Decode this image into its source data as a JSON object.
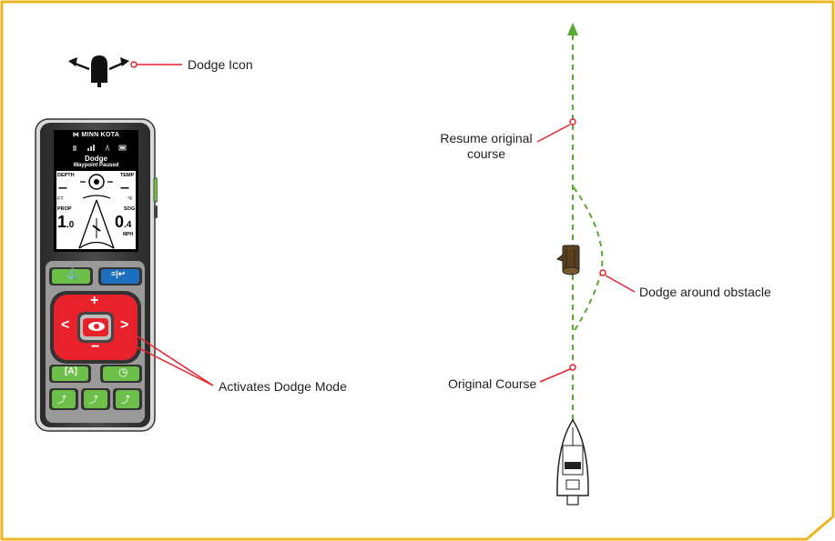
{
  "callouts": {
    "dodge_icon": "Dodge Icon",
    "activates_dodge_mode": "Activates Dodge Mode",
    "resume_line1": "Resume original",
    "resume_line2": "course",
    "dodge_around_obstacle": "Dodge around obstacle",
    "original_course": "Original Course"
  },
  "remote": {
    "brand": "MINN KOTA",
    "screen_title": "Dodge",
    "screen_status": "Waypoint Paused",
    "depth_label": "DEPTH",
    "depth_value": "---",
    "depth_unit": "FT",
    "temp_label": "TEMP",
    "temp_value": "---",
    "temp_unit": "°F",
    "prop_label": "PROP",
    "prop_value_main": "1",
    "prop_value_dec": ".0",
    "sog_label": "SOG",
    "sog_value_main": "0",
    "sog_value_dec": ".4",
    "sog_unit": "MPH"
  },
  "colors": {
    "border": "#f0b422",
    "callout_red": "#e8212b",
    "course_green": "#5aa832",
    "button_red": "#e8212b",
    "button_green": "#6cc04a",
    "button_blue": "#1f6fc0",
    "remote_body": "#3d3d3d"
  }
}
